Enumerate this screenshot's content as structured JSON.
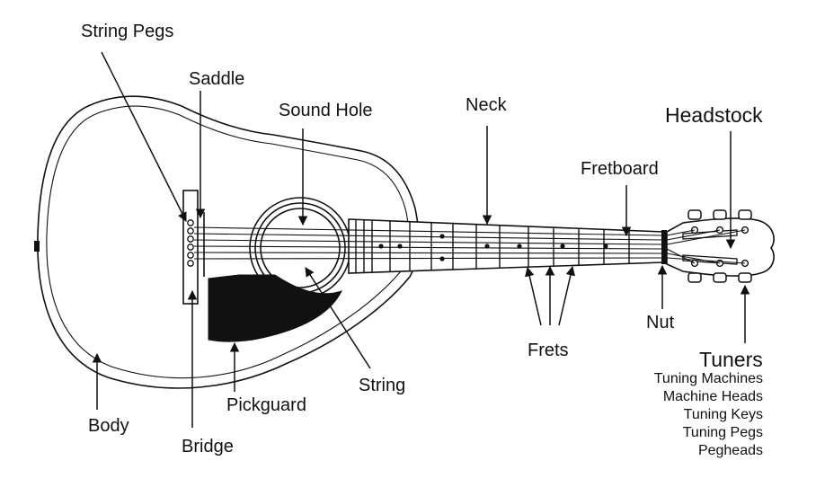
{
  "labels": {
    "string_pegs": "String Pegs",
    "saddle": "Saddle",
    "sound_hole": "Sound Hole",
    "neck": "Neck",
    "headstock": "Headstock",
    "fretboard": "Fretboard",
    "body": "Body",
    "bridge": "Bridge",
    "pickguard": "Pickguard",
    "string": "String",
    "frets": "Frets",
    "nut": "Nut",
    "tuners": "Tuners",
    "tuners_aliases": [
      "Tuning Machines",
      "Machine Heads",
      "Tuning Keys",
      "Tuning Pegs",
      "Pegheads"
    ]
  },
  "colors": {
    "ink": "#111111",
    "background": "#ffffff"
  }
}
